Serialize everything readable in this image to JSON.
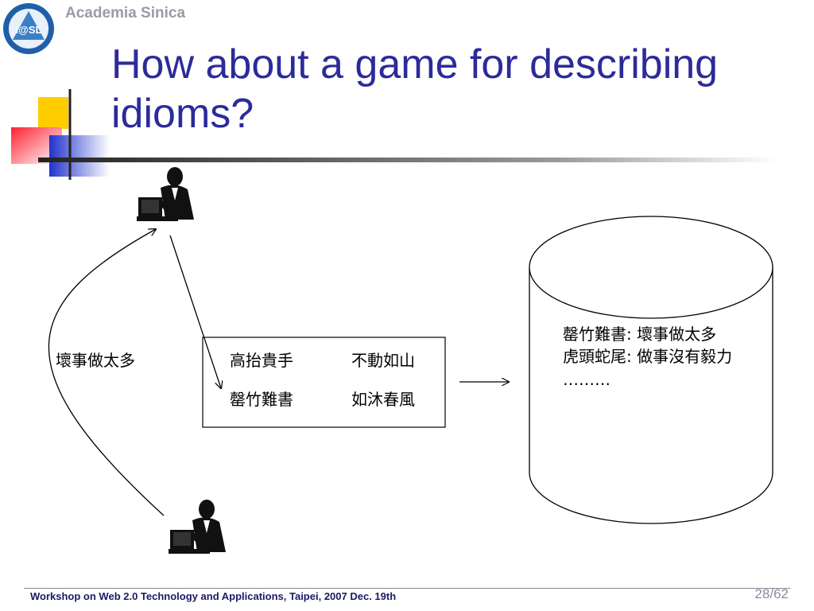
{
  "header": {
    "org_name": "Academia Sinica",
    "logo_text": "i@SL"
  },
  "slide": {
    "title": "How about a game for describing idioms?"
  },
  "diagram": {
    "left_label": "壞事做太多",
    "box_idioms": [
      "高抬貴手",
      "不動如山",
      "罄竹難書",
      "如沐春風"
    ],
    "database_entries": [
      "罄竹難書: 壞事做太多",
      "虎頭蛇尾: 做事沒有毅力",
      "………"
    ]
  },
  "footer": {
    "text": "Workshop on Web 2.0 Technology and Applications, Taipei, 2007 Dec. 19th",
    "page": "28/62"
  },
  "colors": {
    "title": "#2b2b9a",
    "accent_yellow": "#ffcc00",
    "accent_red": "#ff3344",
    "accent_blue": "#2233cc"
  }
}
